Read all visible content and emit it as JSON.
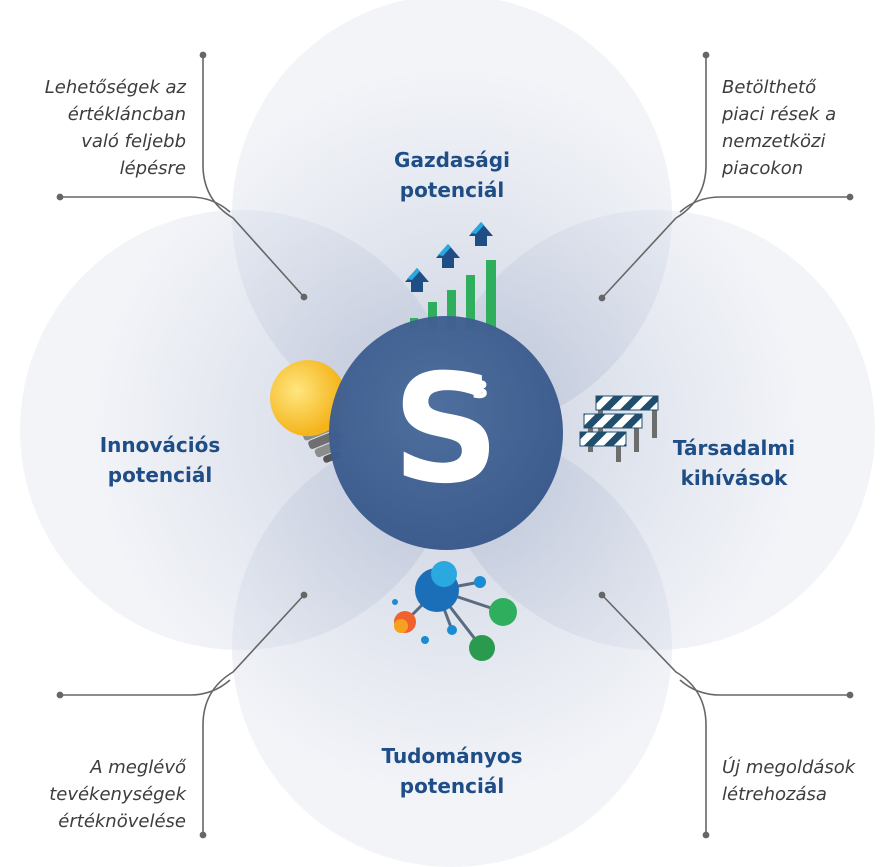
{
  "center": {
    "letter": "S",
    "superscript": "3"
  },
  "petals": {
    "top": {
      "label": "Gazdasági\npotenciál"
    },
    "left": {
      "label": "Innovációs\npotenciál"
    },
    "right": {
      "label": "Társadalmi\nkihívások"
    },
    "bottom": {
      "label": "Tudományos\npotenciál"
    }
  },
  "notes": {
    "top_left": "Lehetőségek az\nértékláncban\nvaló feljebb\nlépésre",
    "top_right": "Betölthető\npiaci rések a\nnemzetközi\npiacokon",
    "bottom_left": "A meglévő\ntevékenységek\nértéknövelése",
    "bottom_right": "Új megoldások\nlétrehozása"
  },
  "colors": {
    "center": "#3f6191",
    "petal": "#a7b2cc",
    "petal_label": "#1f4e86",
    "connector": "#666666",
    "bar_green": "#2fae5e",
    "arrow_dark": "#1f4e86",
    "arrow_light": "#2aa8df",
    "bulb": "#f7c326",
    "node_blue": "#1b8bd4",
    "node_green": "#2fae5e",
    "node_orange": "#f0612e"
  },
  "icons": [
    "growth-chart-icon",
    "lightbulb-icon",
    "barrier-icon",
    "network-icon"
  ]
}
